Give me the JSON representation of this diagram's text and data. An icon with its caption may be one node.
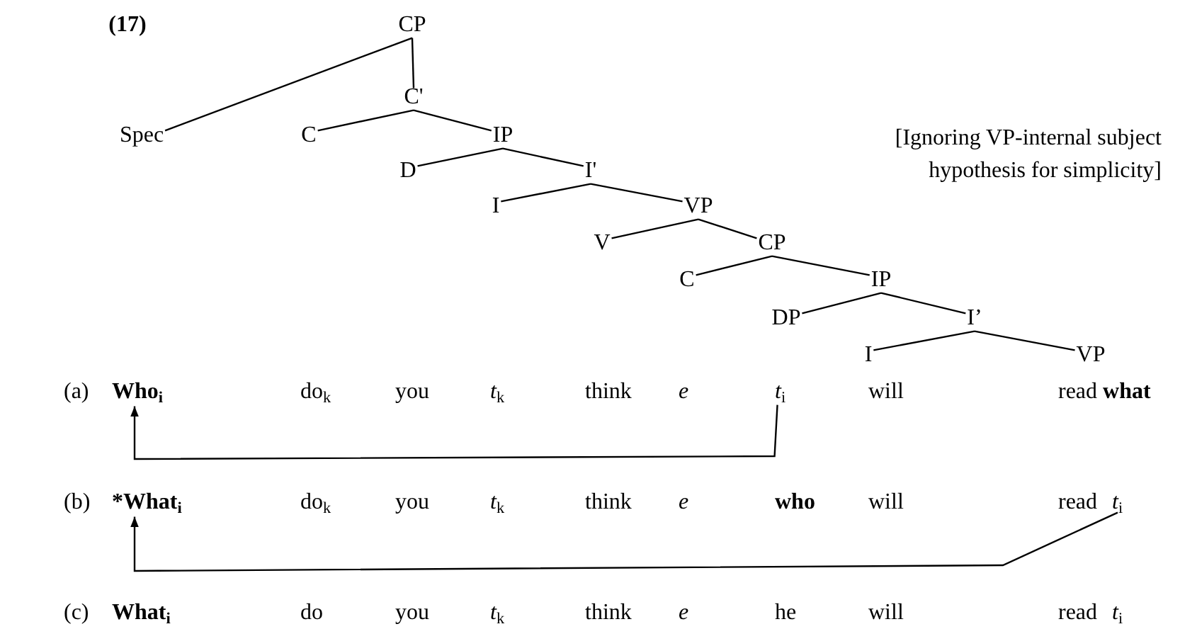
{
  "diagram": {
    "nodes": [
      {
        "text": [
          "CP"
        ]
      },
      {
        "text": [
          "Spec"
        ]
      },
      {
        "text": [
          "C'"
        ]
      },
      {
        "text": [
          "C"
        ]
      },
      {
        "text": [
          "IP"
        ]
      },
      {
        "text": [
          "D"
        ]
      },
      {
        "text": [
          "I'"
        ]
      },
      {
        "text": [
          "I"
        ]
      },
      {
        "text": [
          "VP"
        ]
      },
      {
        "text": [
          "V"
        ]
      },
      {
        "text": [
          "CP"
        ]
      },
      {
        "text": [
          "C"
        ]
      },
      {
        "text": [
          "IP"
        ]
      },
      {
        "text": [
          "DP"
        ]
      },
      {
        "text": [
          "I’"
        ]
      },
      {
        "text": [
          "I"
        ]
      },
      {
        "text": [
          "VP"
        ]
      },
      {
        "text": [
          "Who$_{i}$"
        ]
      },
      {
        "text": [
          "*t*$_{i}$"
        ]
      },
      {
        "text": [
          "*What$_{i}$"
        ]
      },
      {
        "text": [
          "*t*$_{i}$"
        ]
      }
    ],
    "edges": [
      {
        "from": 0,
        "to": 1,
        "arrow": "none"
      },
      {
        "from": 0,
        "to": 2,
        "arrow": "none"
      },
      {
        "from": 2,
        "to": 3,
        "arrow": "none"
      },
      {
        "from": 2,
        "to": 4,
        "arrow": "none"
      },
      {
        "from": 4,
        "to": 5,
        "arrow": "none"
      },
      {
        "from": 4,
        "to": 6,
        "arrow": "none"
      },
      {
        "from": 6,
        "to": 7,
        "arrow": "none"
      },
      {
        "from": 6,
        "to": 8,
        "arrow": "none"
      },
      {
        "from": 8,
        "to": 9,
        "arrow": "none"
      },
      {
        "from": 8,
        "to": 10,
        "arrow": "none"
      },
      {
        "from": 10,
        "to": 11,
        "arrow": "none"
      },
      {
        "from": 10,
        "to": 12,
        "arrow": "none"
      },
      {
        "from": 12,
        "to": 13,
        "arrow": "none"
      },
      {
        "from": 12,
        "to": 14,
        "arrow": "none"
      },
      {
        "from": 14,
        "to": 15,
        "arrow": "none"
      },
      {
        "from": 14,
        "to": 16,
        "arrow": "none"
      },
      {
        "from": 18,
        "to": 17,
        "arrow": "to"
      },
      {
        "from": 20,
        "to": 19,
        "arrow": "to"
      }
    ],
    "labels": [
      "(17)",
      "[Ignoring VP-internal subject hypothesis for simplicity]",
      "(a)",
      "do$_{k}$",
      "you",
      "*t*$_{k}$",
      "think",
      "*e*",
      "will",
      "read **what**",
      "(b)",
      "do$_{k}$",
      "you",
      "*t*$_{k}$",
      "think",
      "*e*",
      "who",
      "will",
      "read",
      "(c)",
      "What$_{i}$",
      "do",
      "you",
      "*t*$_{k}$",
      "think",
      "*e*",
      "he",
      "will",
      "read",
      "*t*$_{i}$"
    ]
  }
}
